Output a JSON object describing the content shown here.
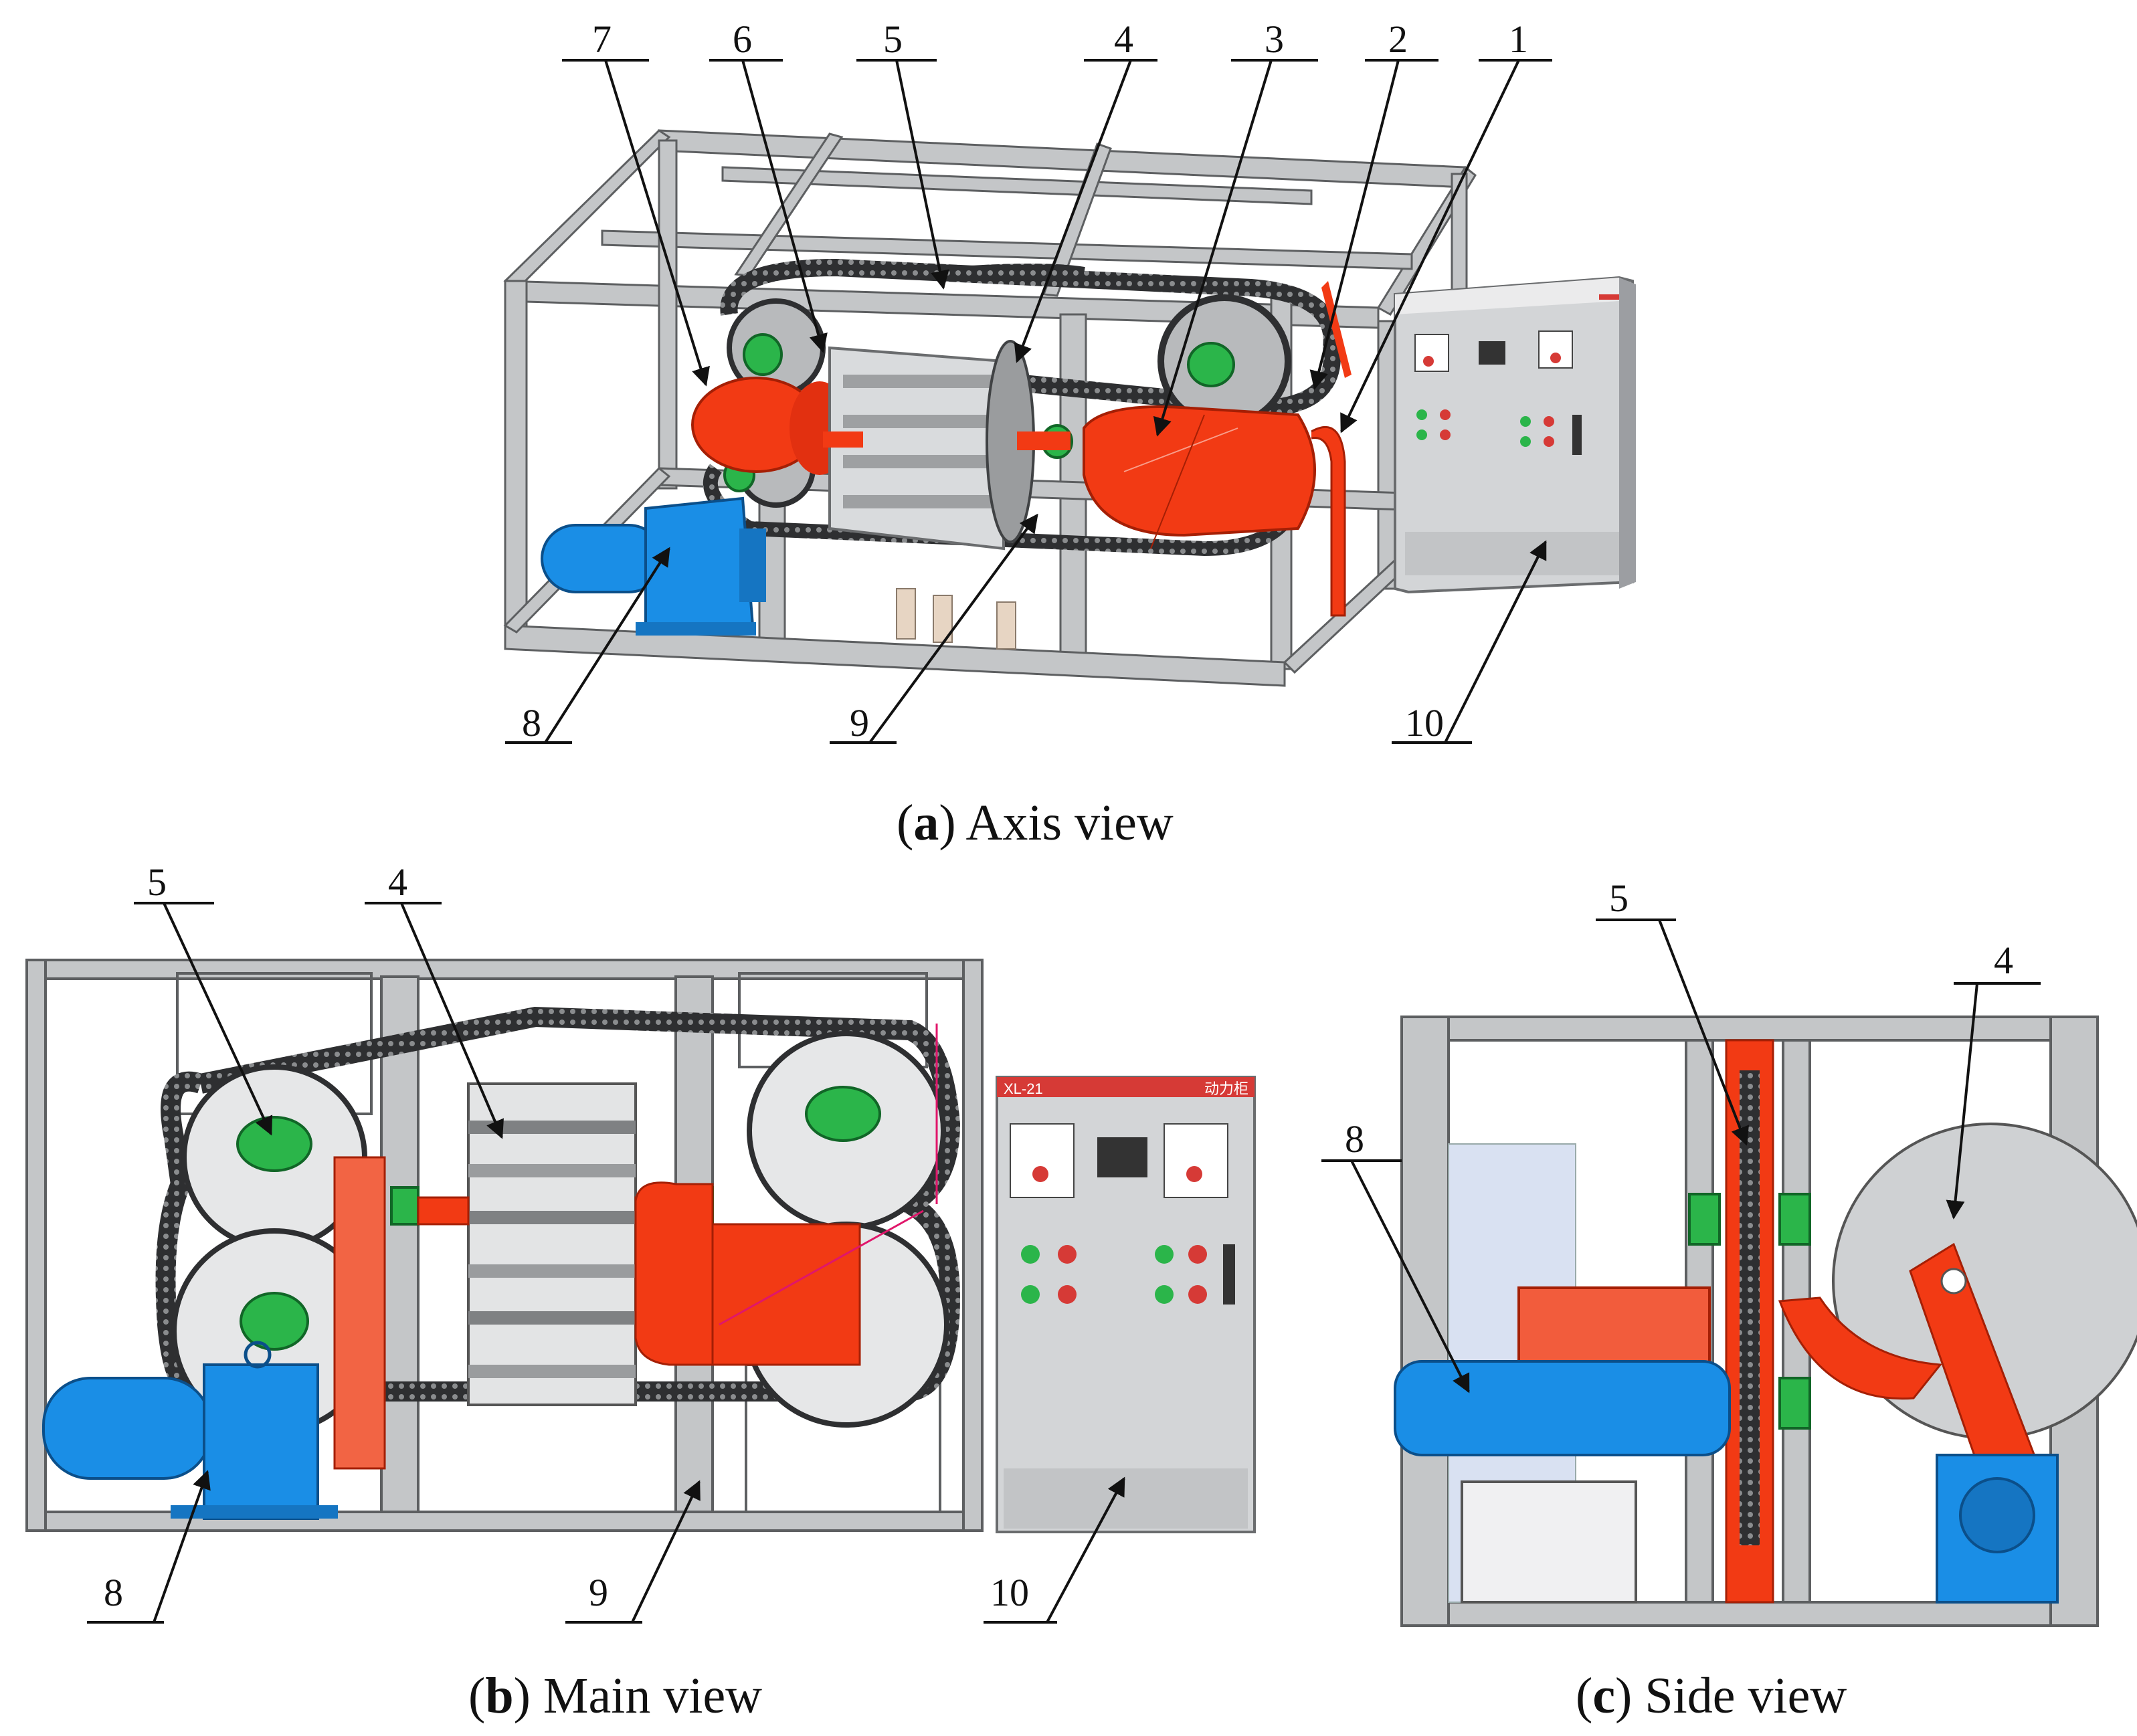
{
  "panels": {
    "a": {
      "letter": "a",
      "title": "Axis view"
    },
    "b": {
      "letter": "b",
      "title": "Main view"
    },
    "c": {
      "letter": "c",
      "title": "Side view"
    }
  },
  "callouts": {
    "a": [
      "7",
      "6",
      "5",
      "4",
      "3",
      "2",
      "1",
      "8",
      "9",
      "10"
    ],
    "b": [
      "5",
      "4",
      "8",
      "9",
      "10"
    ],
    "c": [
      "5",
      "4",
      "8"
    ]
  },
  "control_cabinet": {
    "brand": "XL-21",
    "name": "动力柜"
  },
  "colors": {
    "frame": "#c4c6c8",
    "frame_edge": "#5d5f61",
    "drum_red": "#f23a14",
    "motor_blue": "#1a8ee6",
    "bearing_green": "#2bb54a",
    "cabinet": "#d3d5d7",
    "cabinet_header": "#d63a36"
  }
}
